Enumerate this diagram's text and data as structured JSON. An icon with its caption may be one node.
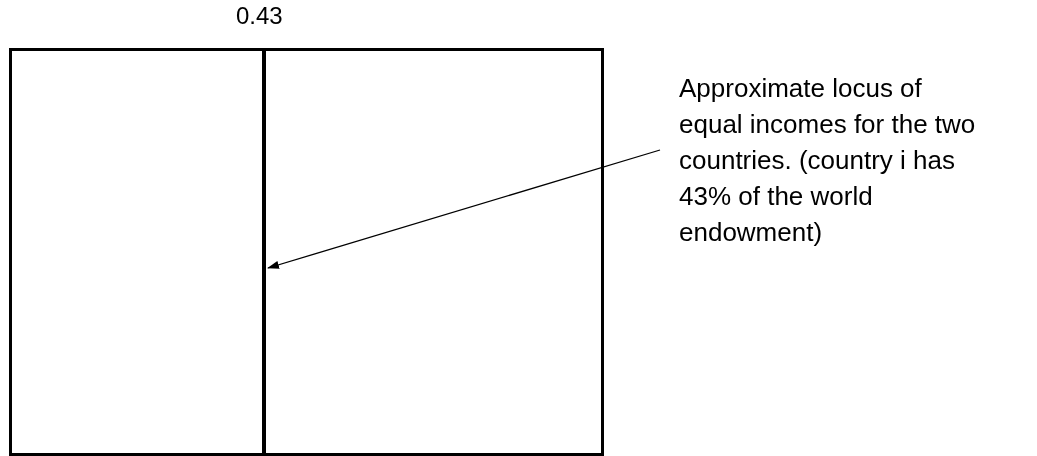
{
  "diagram": {
    "nodes": [
      {
        "text": [
          "Approximate locus of equal incomes for the two countries. (country i has 43% of the world endowment)"
        ]
      },
      {
        "text": [],
        "shape": "line"
      }
    ],
    "edges": [
      {
        "from": 0,
        "to": 1,
        "arrow": "to"
      }
    ],
    "labels": [
      "0.43"
    ]
  }
}
